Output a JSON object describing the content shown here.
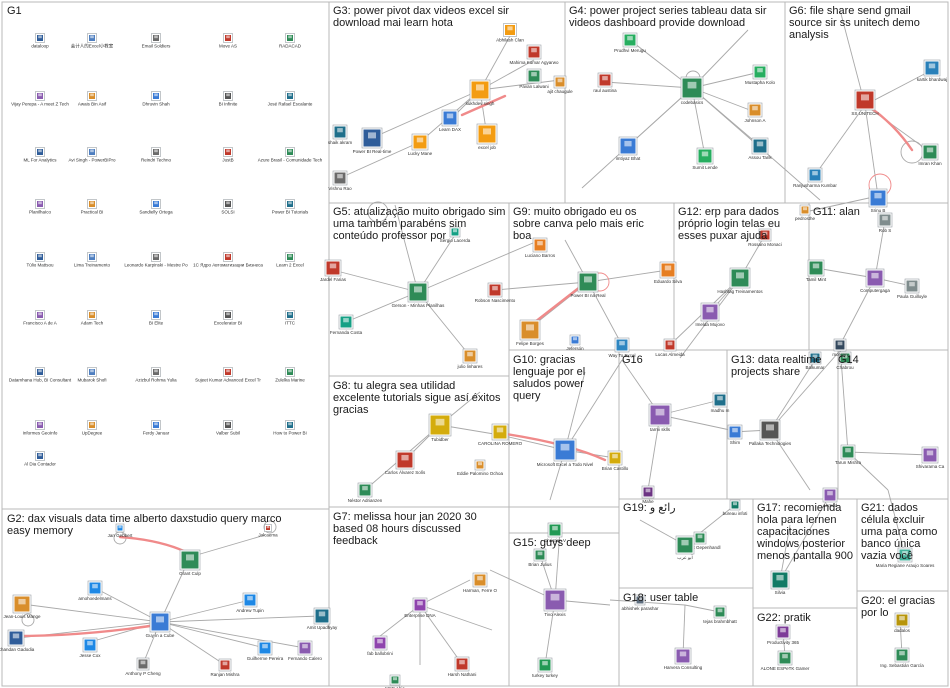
{
  "groups": [
    {
      "id": "G1",
      "lines": [
        "G1"
      ]
    },
    {
      "id": "G2",
      "lines": [
        "G2: dax visuals data time alberto daxstudio query marco",
        "easy memory"
      ]
    },
    {
      "id": "G3",
      "lines": [
        "G3: power pivot dax videos excel sir",
        "download mai learn hota"
      ]
    },
    {
      "id": "G4",
      "lines": [
        "G4: power project series tableau data sir",
        "videos dashboard provide download"
      ]
    },
    {
      "id": "G5",
      "lines": [
        "G5: atualização muito obrigado sim",
        "uma também parabéns sim",
        "conteúdo professor por"
      ]
    },
    {
      "id": "G6",
      "lines": [
        "G6: file share send gmail",
        "source sir ss unitech demo",
        "analysis"
      ]
    },
    {
      "id": "G7",
      "lines": [
        "G7: melissa hour jan 2020 30",
        "based 08 hours discussed",
        "feedback"
      ]
    },
    {
      "id": "G8",
      "lines": [
        "G8: tu alegra sea utilidad",
        "excelente tutorials sigue así éxitos",
        "gracias"
      ]
    },
    {
      "id": "G9",
      "lines": [
        "G9: muito obrigado eu os",
        "sobre canva pelo mais eric",
        "boa"
      ]
    },
    {
      "id": "G10",
      "lines": [
        "G10: gracias",
        "lenguaje por el",
        "saludos power",
        "query"
      ]
    },
    {
      "id": "G11",
      "lines": [
        "G11: alan"
      ]
    },
    {
      "id": "G12",
      "lines": [
        "G12: erp para dados",
        "próprio login telas eu",
        "esses puxar ajuda"
      ]
    },
    {
      "id": "G13",
      "lines": [
        "G13: data realtime",
        "projects share"
      ]
    },
    {
      "id": "G14",
      "lines": [
        "G14"
      ]
    },
    {
      "id": "G15",
      "lines": [
        "G15: guys deep"
      ]
    },
    {
      "id": "G16",
      "lines": [
        "G16"
      ]
    },
    {
      "id": "G17",
      "lines": [
        "G17: recomienda",
        "hola para lernen",
        "capacitaciones",
        "windows posterior",
        "menos pantalla 900"
      ]
    },
    {
      "id": "G18",
      "lines": [
        "G18: user table"
      ]
    },
    {
      "id": "G19",
      "lines": [
        "G19: رائع و"
      ]
    },
    {
      "id": "G20",
      "lines": [
        "G20: el gracias",
        "por lo"
      ]
    },
    {
      "id": "G21",
      "lines": [
        "G21: dados",
        "célula excluir",
        "uma para como",
        "banco única",
        "vazia você"
      ]
    },
    {
      "id": "G22",
      "lines": [
        "G22: pratik"
      ]
    }
  ],
  "g1_nodes": [
    "dataloop",
    "会计人的Excel小教室",
    "Email Soldiers",
    "Move AS",
    "RADACAD",
    "Vijay Perepa - A meet Z Tech",
    "Awais Bin Asif",
    "Dhruvin Shah",
    "BI Infinite",
    "José Rafael Escalante",
    "ML For Analytics",
    "Avi Singh - PowerBIPro",
    "Reindri Techno",
    "JustB",
    "Azure Brasil - Comunidade Tech",
    "PlanilhaIco",
    "Practical BI",
    "Sandielly Ortega",
    "SOLSI",
    "Power BI Tutorials",
    "Túlio Mattsou",
    "Lima Treinamento",
    "Leonardo Karpinski - Mestre Po",
    "1C Ядро Автоматизации Бизнеса",
    "Learn 2 Excel",
    "Francisco A de A",
    "Adam Tech",
    "BI Elite",
    "Excelerator BI",
    "ITTC",
    "Datamhana Hub, BI Consultant",
    "Mubarok Shofi",
    "Azizbul Rohma Yulia",
    "Sujeet Kumar Advanced Excel Tr",
    "Zulelka Marine",
    "Informes GeoInfo",
    "UpDegree",
    "Ferdy Januar",
    "Valber Subil",
    "How to Power BI",
    "Al Dia Contador"
  ],
  "labels": {
    "g2": [
      "Jan Gebbert",
      "Jolcaema",
      "Grant Culp",
      "amohoedelmans",
      "Jean-Louis Mange",
      "Guy in a Cube",
      "Andrew Tupin",
      "Amit Upadhyay",
      "Chandan Gadodia",
      "Jesse Cox",
      "Anthony P Cheng",
      "Ranjan Mishra",
      "Guilherme Pereira",
      "Fernando Calero"
    ],
    "g3": [
      "Abhilash Clan",
      "Mahima Kumar Agyarwo",
      "Pavan Lalwani",
      "sukhdev singh",
      "ajit chaugule",
      "Learn DAX",
      "excel job",
      "shaik akram",
      "Power BI Real-time",
      "Lucky Mane",
      "Vishnu Rao"
    ],
    "g4": [
      "Prudhvi Merugu",
      "raul austina",
      "codebasics",
      "Mustapha Kolo",
      "Johnson A",
      "imtiyaz Bhat",
      "Sumit Lende",
      "Assou Tarik"
    ],
    "g5": [
      "Sergio Lacerda",
      "Jardel Farias",
      "Gerson - Minhas Planilhas",
      "Fernanda Costa",
      "julio linhares"
    ],
    "g6": [
      "kartik bhardwaj",
      "SS UNITECH",
      "Imran Khan",
      "Ranjusharma Kumbar",
      "pedrosthe",
      "Srinu B"
    ],
    "g7": [
      "Enterprise DNA",
      "Harsh Nathani",
      "MSB Ahja",
      "fab ballobrini",
      "Harman, Ferre O"
    ],
    "g8": [
      "Tubidber",
      "Carlos Álvarez Solís",
      "Néstor Adrianzen",
      "CAROLINA ROMERO",
      "Eddie Palomino Ochoa",
      "Microsoft Excel a Todo Nivel",
      "Brian Castillo"
    ],
    "g9": [
      "Luciano Barros",
      "Robson Nascimento",
      "Power BI na Real",
      "Eduardo Silva",
      "Felipe Borges",
      "Jefersón"
    ],
    "g10": [
      "Way To Excel"
    ],
    "g11": [
      "Rob S",
      "Tamil Mint",
      "Computergaga",
      "Paula Guilloyle"
    ],
    "g12": [
      "Rossano Monaci",
      "Hashtag Treinamentos",
      "Imelda Mujovo",
      "Lucas Almeida"
    ],
    "g13": [
      "Balkumar",
      "Chabrou",
      "tarmi sklls",
      "madhu m",
      "Shim",
      "Pallaka Technologies"
    ],
    "g14": [
      "morgan",
      "Tarun Mishra",
      "Shivarama Ca"
    ],
    "g15": [
      "Christian V",
      "Brian Julius",
      "Tivo Alexis",
      "turkey turkey"
    ],
    "g17": [
      "bureau infoti",
      "Lennart Gepenhandl",
      "Ahmed",
      "Silvia"
    ],
    "g18": [
      "abhishek parashar",
      "tejas brahmbhatt",
      "Harvera Consulting"
    ],
    "g19": [
      "Mahe",
      "أبو عرب"
    ],
    "g20": [
      "dadalos",
      "Ing. Sebastián García"
    ],
    "g21": [
      "Maria Regiane Araujo Soares"
    ],
    "g22": [
      "Productivity 365",
      "ALONE ESPeTK Gamer"
    ]
  }
}
